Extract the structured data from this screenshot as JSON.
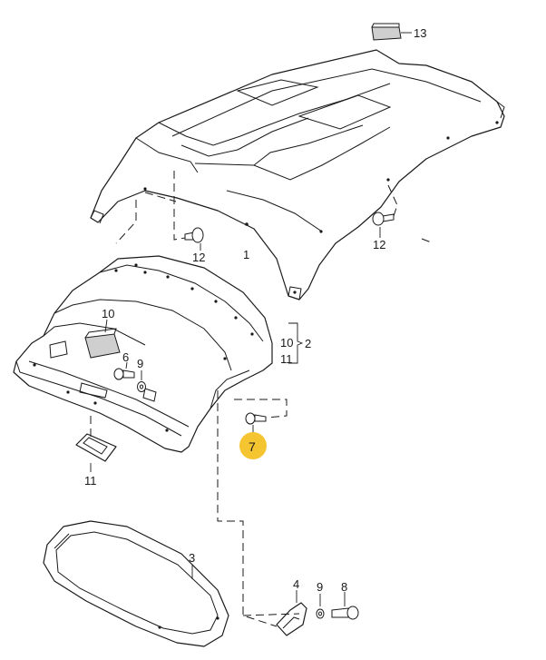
{
  "callouts": {
    "c1": "1",
    "c2": "2",
    "c3": "3",
    "c4": "4",
    "c6": "6",
    "c7": "7",
    "c8": "8",
    "c9a": "9",
    "c9b": "9",
    "c10a": "10",
    "c10b": "10",
    "c11a": "11",
    "c11b": "11",
    "c12a": "12",
    "c12b": "12",
    "c13": "13"
  },
  "colors": {
    "highlight": "#f4c531",
    "line": "#1a1a1a",
    "background": "#ffffff"
  }
}
